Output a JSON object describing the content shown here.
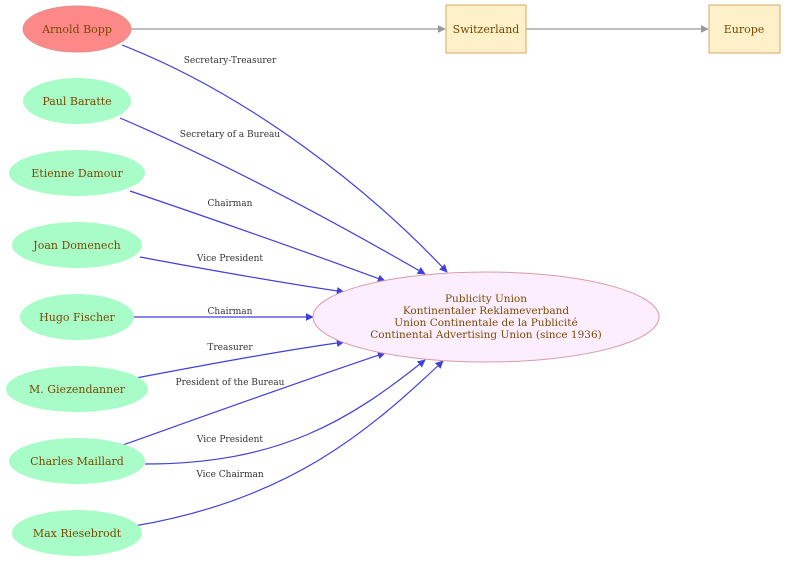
{
  "colors": {
    "person_fill": "#a8fcc8",
    "highlight_fill": "#fc8888",
    "org_fill": "#fdeeff",
    "org_stroke": "#d89aa8",
    "place_fill": "#fef0c8",
    "place_stroke": "#d8a860",
    "relation_edge": "#4040dd",
    "location_edge": "#999999"
  },
  "people": [
    {
      "name": "Arnold Bopp",
      "relation": "Secretary-Treasurer",
      "highlight": true
    },
    {
      "name": "Paul Baratte",
      "relation": "Secretary of a Bureau"
    },
    {
      "name": "Etienne Damour",
      "relation": "Chairman"
    },
    {
      "name": "Joan Domenech",
      "relation": "Vice President"
    },
    {
      "name": "Hugo Fischer",
      "relation": "Chairman"
    },
    {
      "name": "M. Giezendanner",
      "relation": "Treasurer"
    },
    {
      "name": "Charles Maillard",
      "relation": "President of the Bureau",
      "relation2": "Vice President"
    },
    {
      "name": "Max Riesebrodt",
      "relation": "Vice Chairman"
    }
  ],
  "organization": {
    "lines": [
      "Publicity Union",
      "Kontinentaler Reklameverband",
      "Union Continentale de la Publicité",
      "Continental Advertising Union (since 1936)"
    ]
  },
  "places": [
    {
      "name": "Switzerland"
    },
    {
      "name": "Europe"
    }
  ]
}
